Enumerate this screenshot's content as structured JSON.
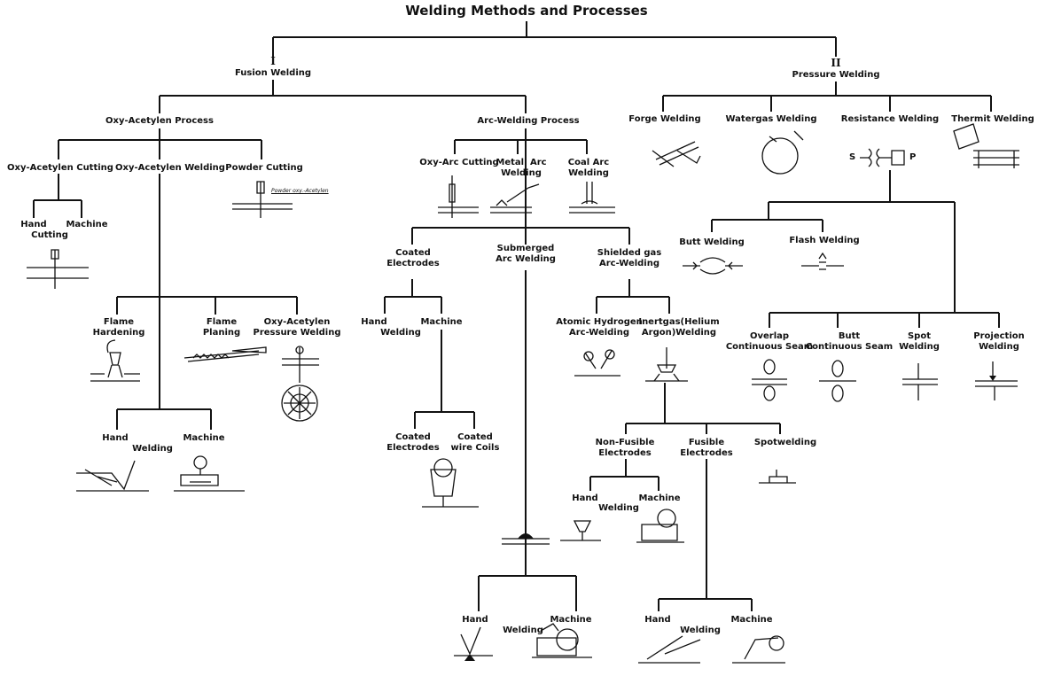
{
  "title": "Welding Methods and Processes",
  "branches": {
    "fusion": {
      "numeral": "I",
      "label": "Fusion Welding"
    },
    "pressure": {
      "numeral": "II",
      "label": "Pressure Welding"
    }
  },
  "fusion": {
    "oxy": {
      "label": "Oxy-Acetylen Process",
      "cutting": {
        "label": "Oxy-Acetylen Cutting",
        "hand": "Hand",
        "cutting": "Cutting",
        "machine": "Machine"
      },
      "welding": {
        "label": "Oxy-Acetylen Welding",
        "hand": "Hand",
        "welding": "Welding",
        "machine": "Machine"
      },
      "powder": {
        "label": "Powder Cutting",
        "caption": "Powder oxy.-Acetylen"
      },
      "flame_hardening": "Flame\nHardening",
      "flame_planing": "Flame\nPlaning",
      "pressure_welding": "Oxy-Acetylen\nPressure Welding"
    },
    "arc": {
      "label": "Arc-Welding Process",
      "oxy_arc": "Oxy-Arc Cutting",
      "metal_arc": "Metall Arc\nWelding",
      "coal_arc": "Coal Arc\nWelding",
      "coated": {
        "label": "Coated\nElectrodes",
        "hand": "Hand",
        "welding": "Welding",
        "machine": "Machine",
        "coated_electrodes": "Coated\nElectrodes",
        "wire_coils": "Coated\nwire Coils"
      },
      "submerged": {
        "label": "Submerged\nArc Welding",
        "hand": "Hand",
        "welding": "Welding",
        "machine": "Machine"
      },
      "shielded": {
        "label": "Shielded gas\nArc-Welding",
        "atomic": "Atomic Hydrogen\nArc-Welding",
        "inert": "Inertgas(Helium\nArgon)Welding",
        "non_fusible": {
          "label": "Non-Fusible\nElectrodes",
          "hand": "Hand",
          "welding": "Welding",
          "machine": "Machine"
        },
        "fusible": {
          "label": "Fusible\nElectrodes",
          "hand": "Hand",
          "welding": "Welding",
          "machine": "Machine"
        },
        "spot": "Spotwelding"
      }
    }
  },
  "pressure": {
    "forge": "Forge Welding",
    "watergas": "Watergas Welding",
    "resistance": {
      "label": "Resistance Welding",
      "s": "S",
      "p": "P",
      "butt": "Butt Welding",
      "flash": "Flash Welding",
      "overlap": "Overlap\nContinuous Seam",
      "butt_seam": "Butt\nContinuous Seam",
      "spot": "Spot\nWelding",
      "projection": "Projection\nWelding"
    },
    "thermit": "Thermit Welding"
  }
}
